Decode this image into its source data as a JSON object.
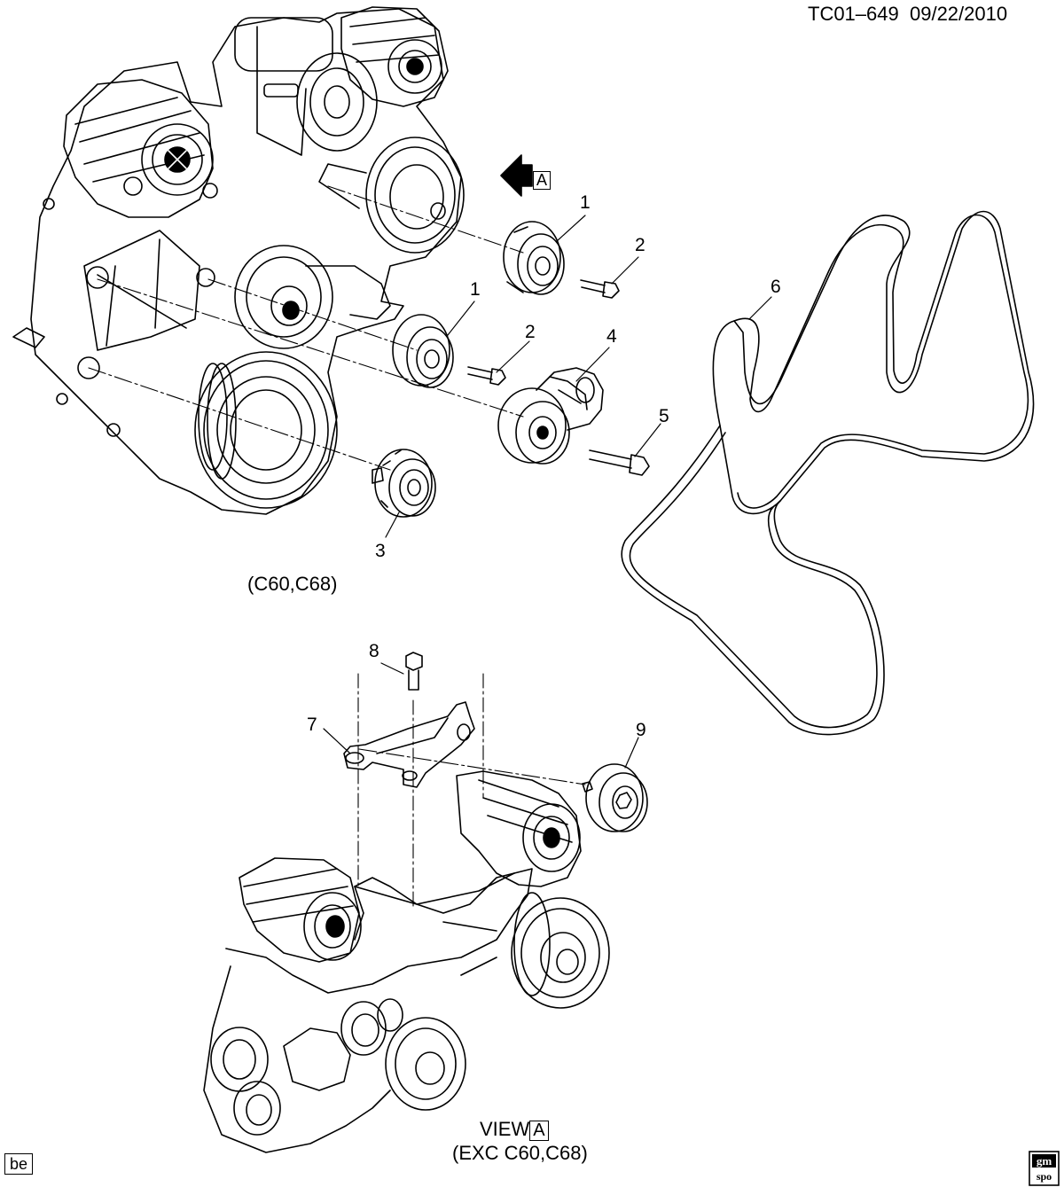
{
  "header": {
    "doc_code": "TC01–649",
    "date": "09/22/2010"
  },
  "view_ref": {
    "letter": "A"
  },
  "callouts": [
    "1",
    "2",
    "1",
    "2",
    "4",
    "5",
    "3",
    "6",
    "8",
    "7",
    "9"
  ],
  "captions": {
    "top": "(C60,C68)",
    "bottom_view_word": "VIEW",
    "bottom_view_letter": "A",
    "bottom_sub": "(EXC C60,C68)"
  },
  "footer": {
    "code": "be",
    "logo_text_top": "gm",
    "logo_text_bottom": "spo"
  }
}
